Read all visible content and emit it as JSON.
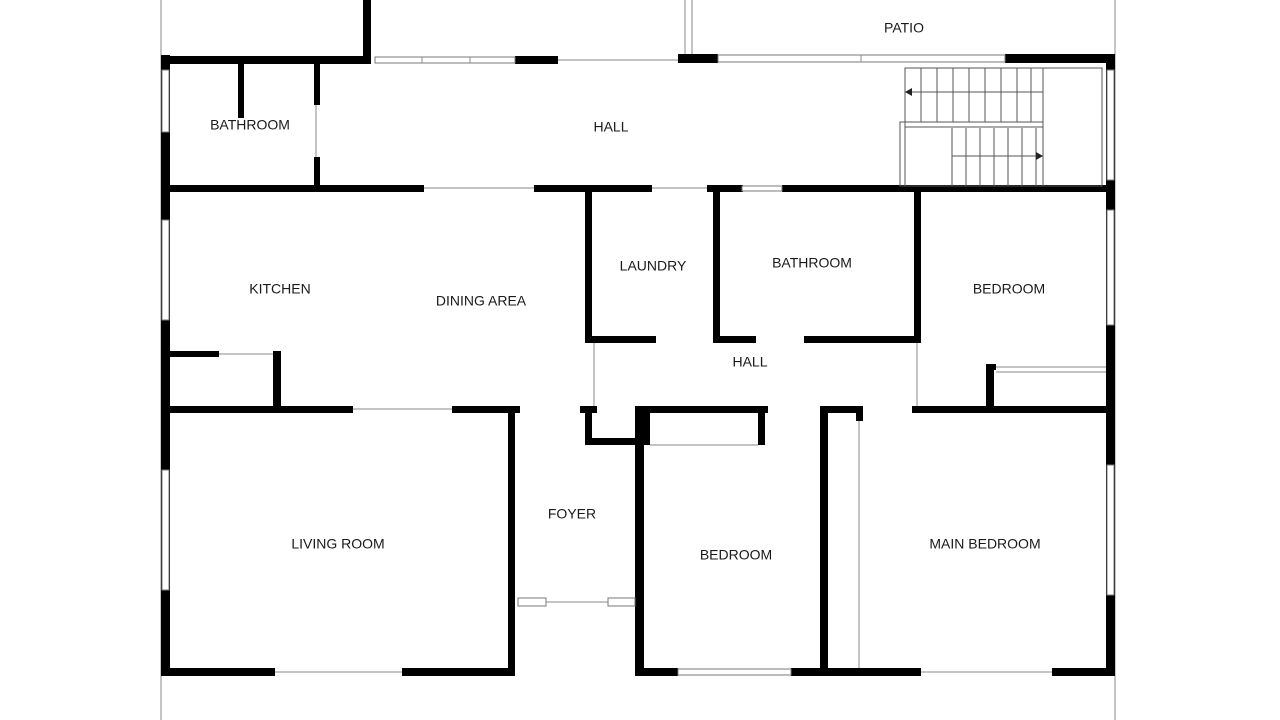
{
  "rooms": {
    "patio": "PATIO",
    "bathroom_upper": "BATHROOM",
    "hall_upper": "HALL",
    "kitchen": "KITCHEN",
    "dining_area": "DINING AREA",
    "laundry": "LAUNDRY",
    "bathroom_middle": "BATHROOM",
    "bedroom_right": "BEDROOM",
    "hall_middle": "HALL",
    "foyer": "FOYER",
    "living_room": "LIVING ROOM",
    "bedroom_center": "BEDROOM",
    "main_bedroom": "MAIN BEDROOM"
  },
  "colors": {
    "wall": "#000000",
    "background": "#ffffff",
    "label": "#1a1a1a"
  }
}
